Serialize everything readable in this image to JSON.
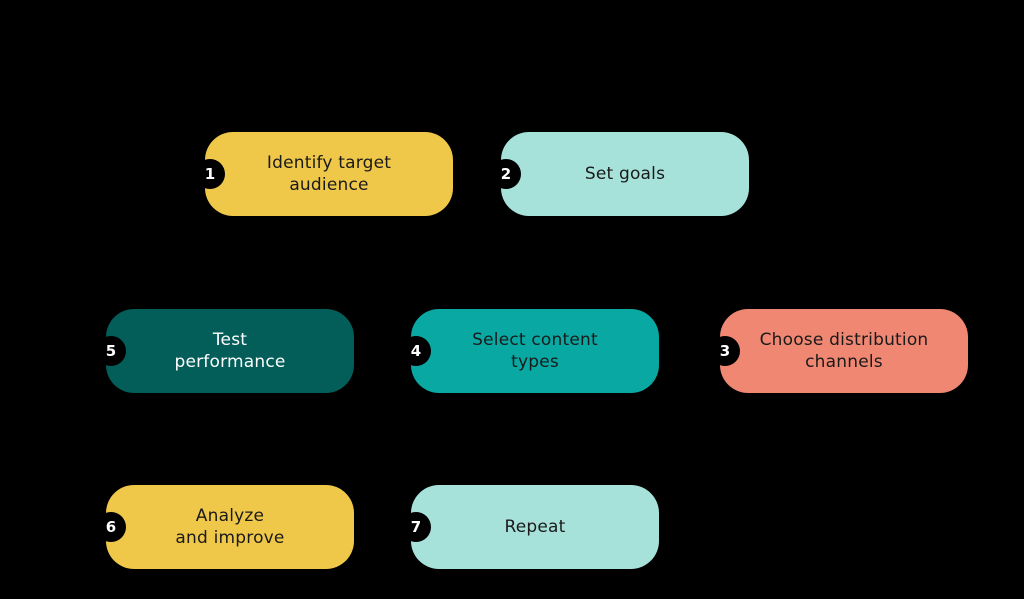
{
  "steps": [
    {
      "number": "1",
      "label": "Identify target\naudience",
      "color": "#efc84a",
      "text_color": "#1a1a1a"
    },
    {
      "number": "2",
      "label": "Set goals",
      "color": "#a6e1da",
      "text_color": "#1a1a1a"
    },
    {
      "number": "3",
      "label": "Choose distribution\nchannels",
      "color": "#ef8772",
      "text_color": "#1a1a1a"
    },
    {
      "number": "4",
      "label": "Select content\ntypes",
      "color": "#0aa8a3",
      "text_color": "#1a1a1a"
    },
    {
      "number": "5",
      "label": "Test\nperformance",
      "color": "#035d58",
      "text_color": "#ffffff"
    },
    {
      "number": "6",
      "label": "Analyze\nand improve",
      "color": "#efc84a",
      "text_color": "#1a1a1a"
    },
    {
      "number": "7",
      "label": "Repeat",
      "color": "#a6e1da",
      "text_color": "#1a1a1a"
    }
  ]
}
